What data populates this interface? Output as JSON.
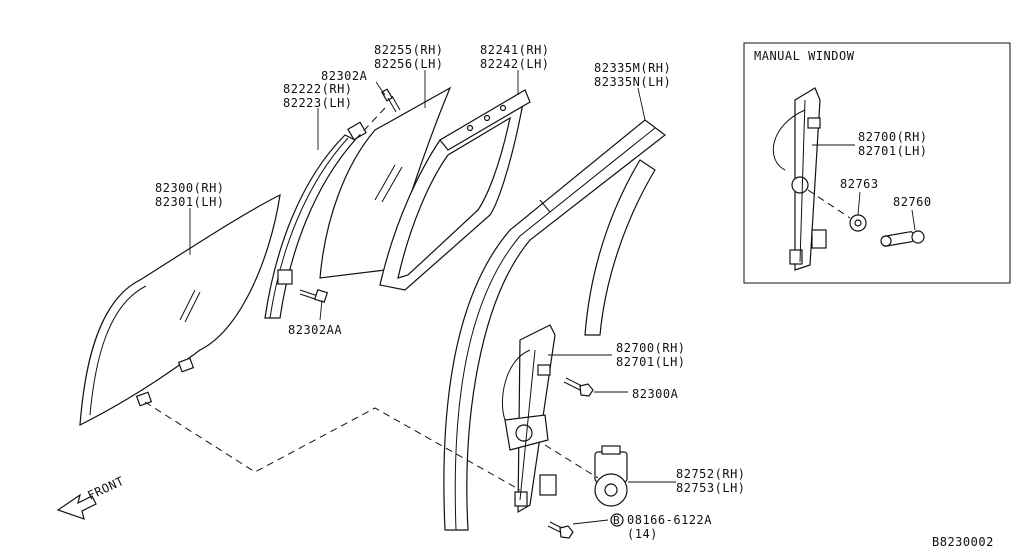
{
  "diagram": {
    "inset_title": "MANUAL WINDOW",
    "front_label": "FRONT",
    "diagram_id": "B8230002",
    "bolt_code": "08166-6122A",
    "bolt_symbol": "B",
    "bolt_qty": "(14)",
    "parts": {
      "glass": [
        "82300(RH)",
        "82301(LH)"
      ],
      "sash_lower": [
        "82222(RH)",
        "82223(LH)"
      ],
      "bolt_top": "82302A",
      "bolt_bottom": "82302AA",
      "partition_glass": [
        "82255(RH)",
        "82256(LH)"
      ],
      "channel": [
        "82241(RH)",
        "82242(LH)"
      ],
      "run_channel": [
        "82335M(RH)",
        "82335N(LH)"
      ],
      "regulator_main": [
        "82700(RH)",
        "82701(LH)"
      ],
      "bolt_regulator": "82300A",
      "motor": [
        "82752(RH)",
        "82753(LH)"
      ],
      "regulator_inset": [
        "82700(RH)",
        "82701(LH)"
      ],
      "escutcheon": "82763",
      "handle": "82760"
    }
  }
}
